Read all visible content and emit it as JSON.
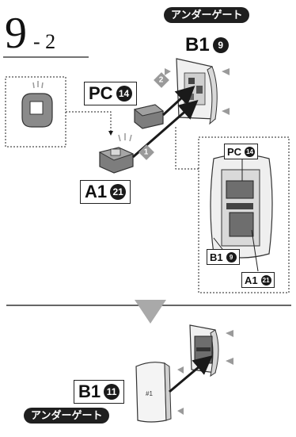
{
  "step": {
    "number": "9",
    "sub": "- 2"
  },
  "badges": {
    "top": "アンダーゲート",
    "bottom": "アンダーゲート"
  },
  "labels": {
    "b1_top": {
      "text": "B1",
      "num": "9"
    },
    "pc_top": {
      "text": "PC",
      "num": "14"
    },
    "a1_top": {
      "text": "A1",
      "num": "21"
    },
    "pc_inset": {
      "text": "PC",
      "num": "14"
    },
    "b1_inset": {
      "text": "B1",
      "num": "9"
    },
    "a1_inset": {
      "text": "A1",
      "num": "21"
    },
    "b1_bottom": {
      "text": "B1",
      "num": "11"
    }
  },
  "order_markers": {
    "first": "1",
    "second": "2"
  },
  "part_marks": {
    "bottom_part": "#1"
  },
  "colors": {
    "part_gray": "#8a8a8a",
    "dark_gray": "#555555",
    "arrow": "#1a1a1a",
    "triangle": "#9a9a9a",
    "divider_arrow": "#a9a9a9"
  }
}
